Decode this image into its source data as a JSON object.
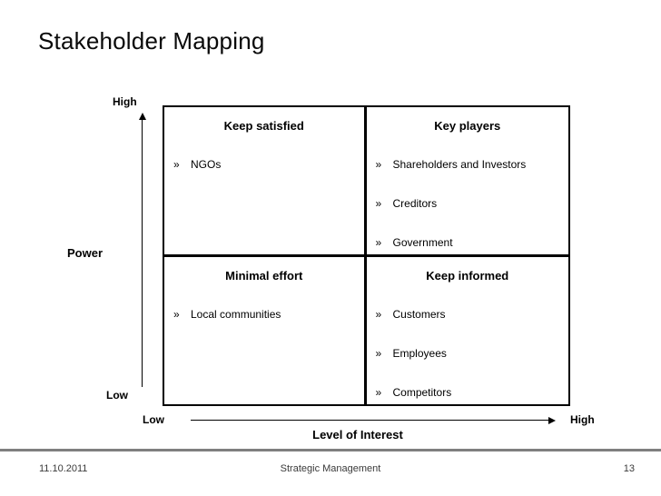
{
  "slide": {
    "title": "Stakeholder Mapping"
  },
  "matrix": {
    "bullet": "»",
    "quadrants": [
      {
        "heading": "Keep satisfied",
        "items": [
          "NGOs"
        ]
      },
      {
        "heading": "Key players",
        "items": [
          "Shareholders and Investors",
          "Creditors",
          "Government"
        ]
      },
      {
        "heading": "Minimal effort",
        "items": [
          "Local communities"
        ]
      },
      {
        "heading": "Keep informed",
        "items": [
          "Customers",
          "Employees",
          "Competitors"
        ]
      }
    ]
  },
  "axes": {
    "power": {
      "label": "Power",
      "high": "High",
      "low": "Low"
    },
    "interest": {
      "label": "Level of Interest",
      "low": "Low",
      "high": "High"
    }
  },
  "footer": {
    "date": "11.10.2011",
    "center": "Strategic Management",
    "page": "13"
  },
  "colors": {
    "text": "#000000",
    "footer_rule": "#7f7f7f",
    "background": "#ffffff"
  }
}
